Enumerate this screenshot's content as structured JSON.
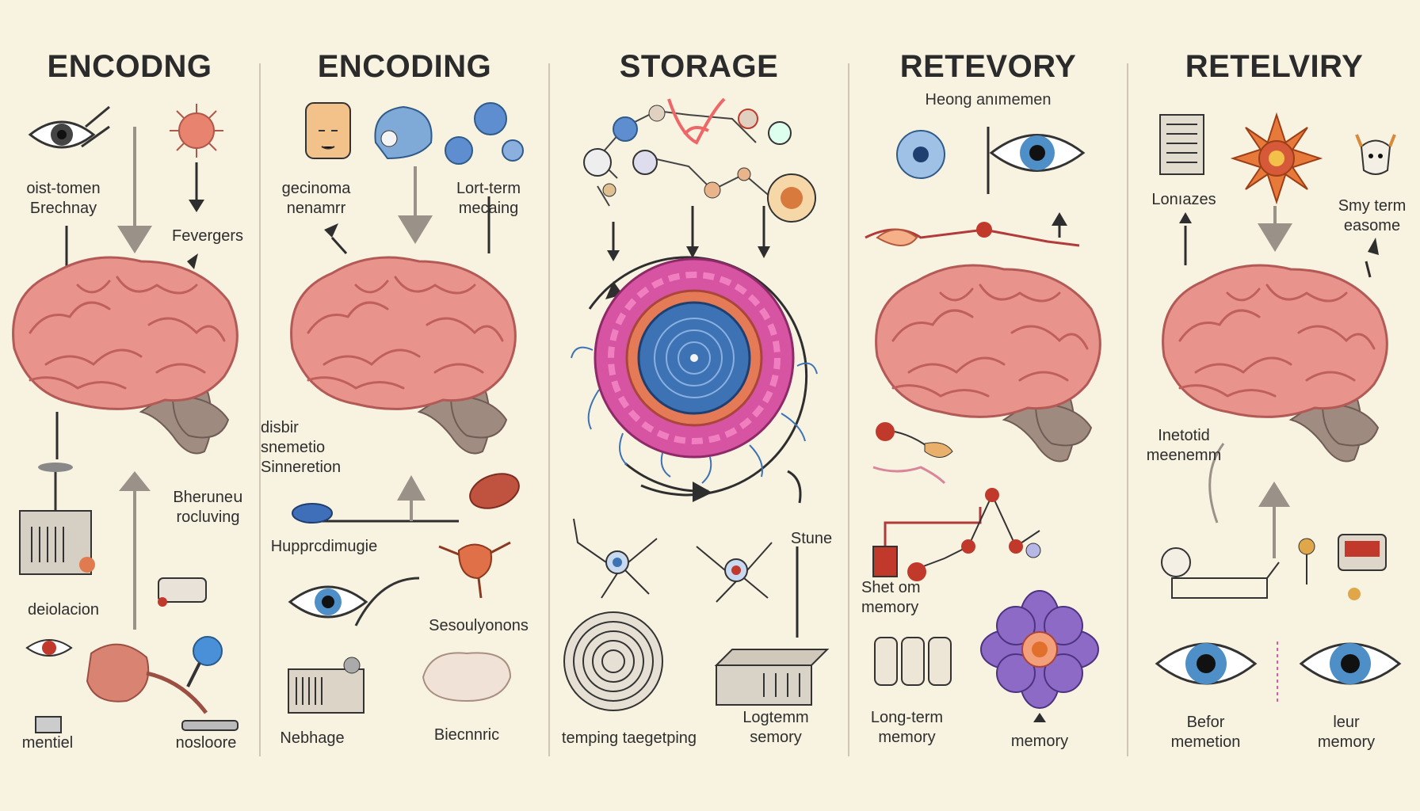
{
  "panels": [
    {
      "title": "ENCODNG",
      "labels": {
        "a": "oist-tomen\nБrechnay",
        "b": "Fevergers",
        "c": "Bheruneս\nrocluving",
        "d": "deiolacion",
        "e": "mentiel",
        "f": "nosloore"
      }
    },
    {
      "title": "ENCODING",
      "labels": {
        "a": "gecinoma\nnenamrr",
        "b": "Lort-term\nmecaing",
        "c": "disbir\nsnemetio\nSinneretion",
        "d": "Hupprcdimugie",
        "e": "Sesoulyonons",
        "f": "Nebhage",
        "g": "Biecnnric"
      }
    },
    {
      "title": "STORAGE",
      "labels": {
        "a": "Stune",
        "b": "temping taegetping",
        "c": "Logtemm\nsemory"
      }
    },
    {
      "title": "RETEVORY",
      "subtitle": "Heong anımemen",
      "labels": {
        "a": "Shet om\nmemory",
        "b": "Long-term\nmemory",
        "c": "memory"
      }
    },
    {
      "title": "RETELVIRY",
      "labels": {
        "a": "Lonıazes",
        "b": "Smy term\neasome",
        "c": "Inetotid\nmeenemm",
        "d": "Befor\nmemetion",
        "e": "leur\nmemory"
      }
    }
  ],
  "colors": {
    "background": "#f8f2e1",
    "brain": "#e8938c",
    "brain_shade": "#c8625f",
    "cerebellum": "#9e8a7f",
    "iris": "#4f8fc7",
    "storage_outer": "#e35aa6",
    "storage_inner": "#3d73b5",
    "neuron": "#c9d9f0",
    "flower": "#8d6ac6"
  },
  "icons": [
    "eye-icon",
    "brain-icon",
    "neuron-icon",
    "arrow-icon",
    "flower-icon",
    "storage-device-icon"
  ]
}
